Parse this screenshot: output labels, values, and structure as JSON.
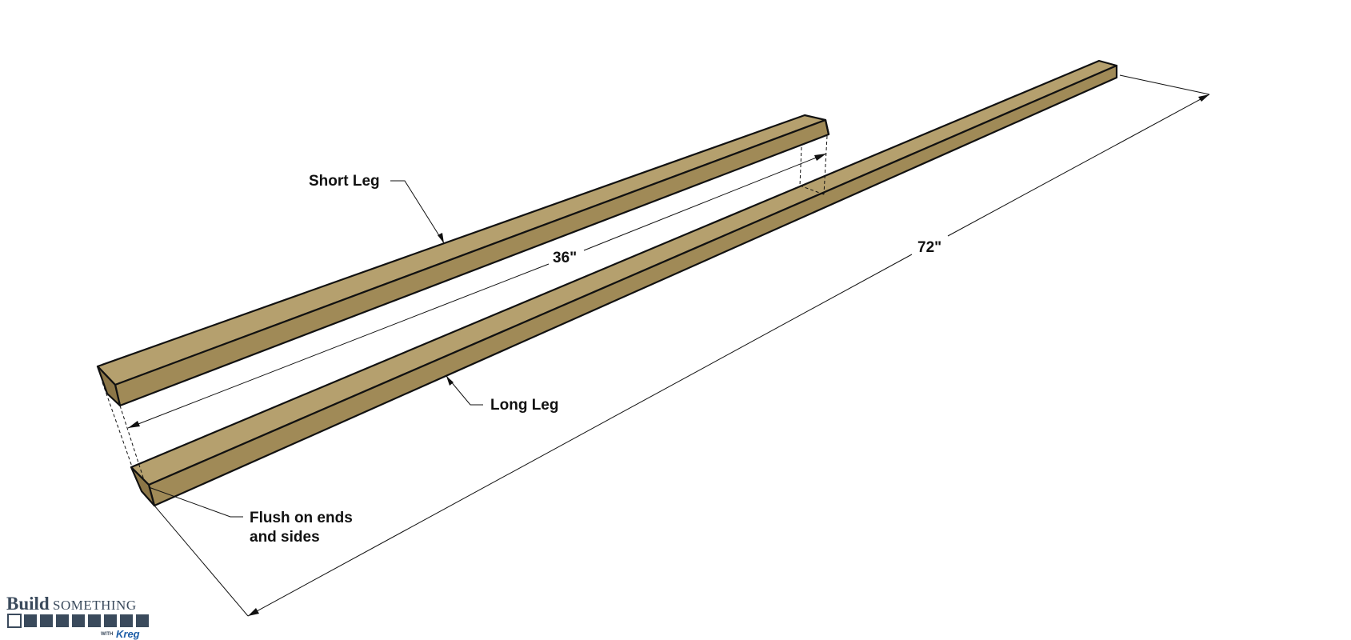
{
  "diagram": {
    "labels": {
      "short_leg": "Short Leg",
      "long_leg": "Long Leg",
      "flush_line1": "Flush on ends",
      "flush_line2": "and sides"
    },
    "dimensions": {
      "short": "36\"",
      "long": "72\""
    },
    "colors": {
      "wood_top": "#b5a06e",
      "wood_side": "#a08a57",
      "wood_end": "#8c7647",
      "stroke": "#111111",
      "logo": "#3a4a5c",
      "kreg": "#1f5fa8"
    }
  },
  "logo": {
    "word1": "Build",
    "word2": "SOMETHING",
    "with": "WITH",
    "brand": "Kreg"
  }
}
